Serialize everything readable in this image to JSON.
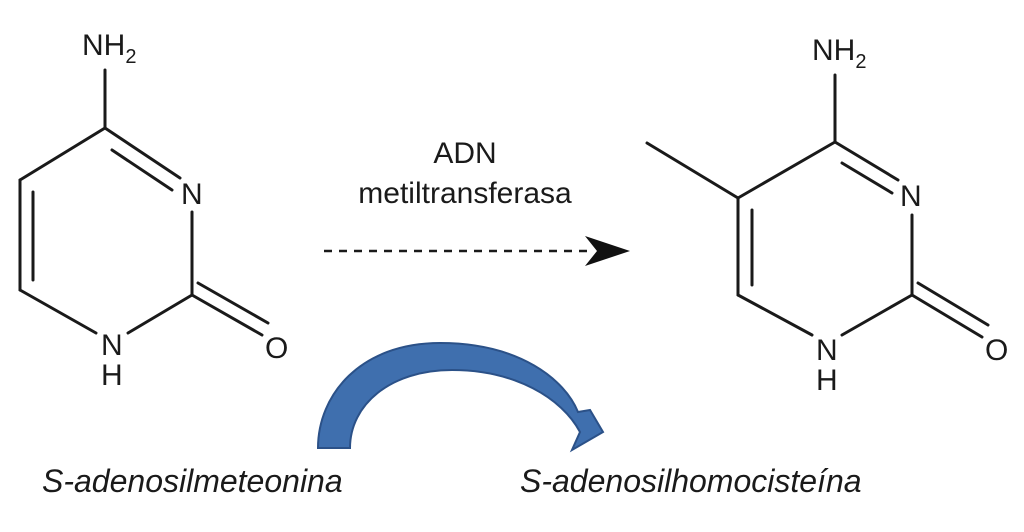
{
  "reactant": {
    "amino_label": "NH",
    "amino_subscript": "2",
    "ring_nitrogen": "N",
    "ring_nh_n": "N",
    "ring_nh_h": "H",
    "carbonyl_oxygen": "O"
  },
  "product": {
    "amino_label": "NH",
    "amino_subscript": "2",
    "ring_nitrogen": "N",
    "ring_nh_n": "N",
    "ring_nh_h": "H",
    "carbonyl_oxygen": "O"
  },
  "reaction": {
    "enzyme_line1": "ADN",
    "enzyme_line2": "metiltransferasa",
    "cofactor_in": "S-adenosilmeteonina",
    "cofactor_out": "S-adenosilhomocisteína",
    "curved_arrow_color": "#3f6fae",
    "curved_arrow_edge_color": "#2b5188"
  }
}
